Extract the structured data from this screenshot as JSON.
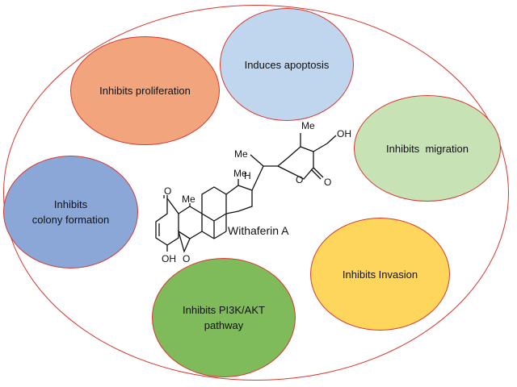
{
  "compound": {
    "name": "Withaferin A",
    "atom_labels": {
      "me_lactone": "Me",
      "oh_primary": "OH",
      "me_side": "Me",
      "me_c18": "Me",
      "me_c19": "Me",
      "h_c17": "H",
      "ketone_o": "O",
      "lactone_o": "O",
      "lactone_carbonyl_o": "O",
      "epoxide_o": "O",
      "oh_c4": "OH"
    }
  },
  "effects": [
    {
      "id": "proliferation",
      "label": "Inhibits proliferation",
      "color": "#f2a57c"
    },
    {
      "id": "apoptosis",
      "label": "Induces apoptosis",
      "color": "#bfd6ee"
    },
    {
      "id": "migration",
      "label": "Inhibits  migration",
      "color": "#c7e2b5"
    },
    {
      "id": "colony",
      "label": "Inhibits\ncolony formation",
      "color": "#8aa7d8"
    },
    {
      "id": "invasion",
      "label": "Inhibits Invasion",
      "color": "#fdd65b"
    },
    {
      "id": "pi3k",
      "label": "Inhibits PI3K/AKT\npathway",
      "color": "#7fbb5a"
    }
  ],
  "outline_color": "#d8372e"
}
